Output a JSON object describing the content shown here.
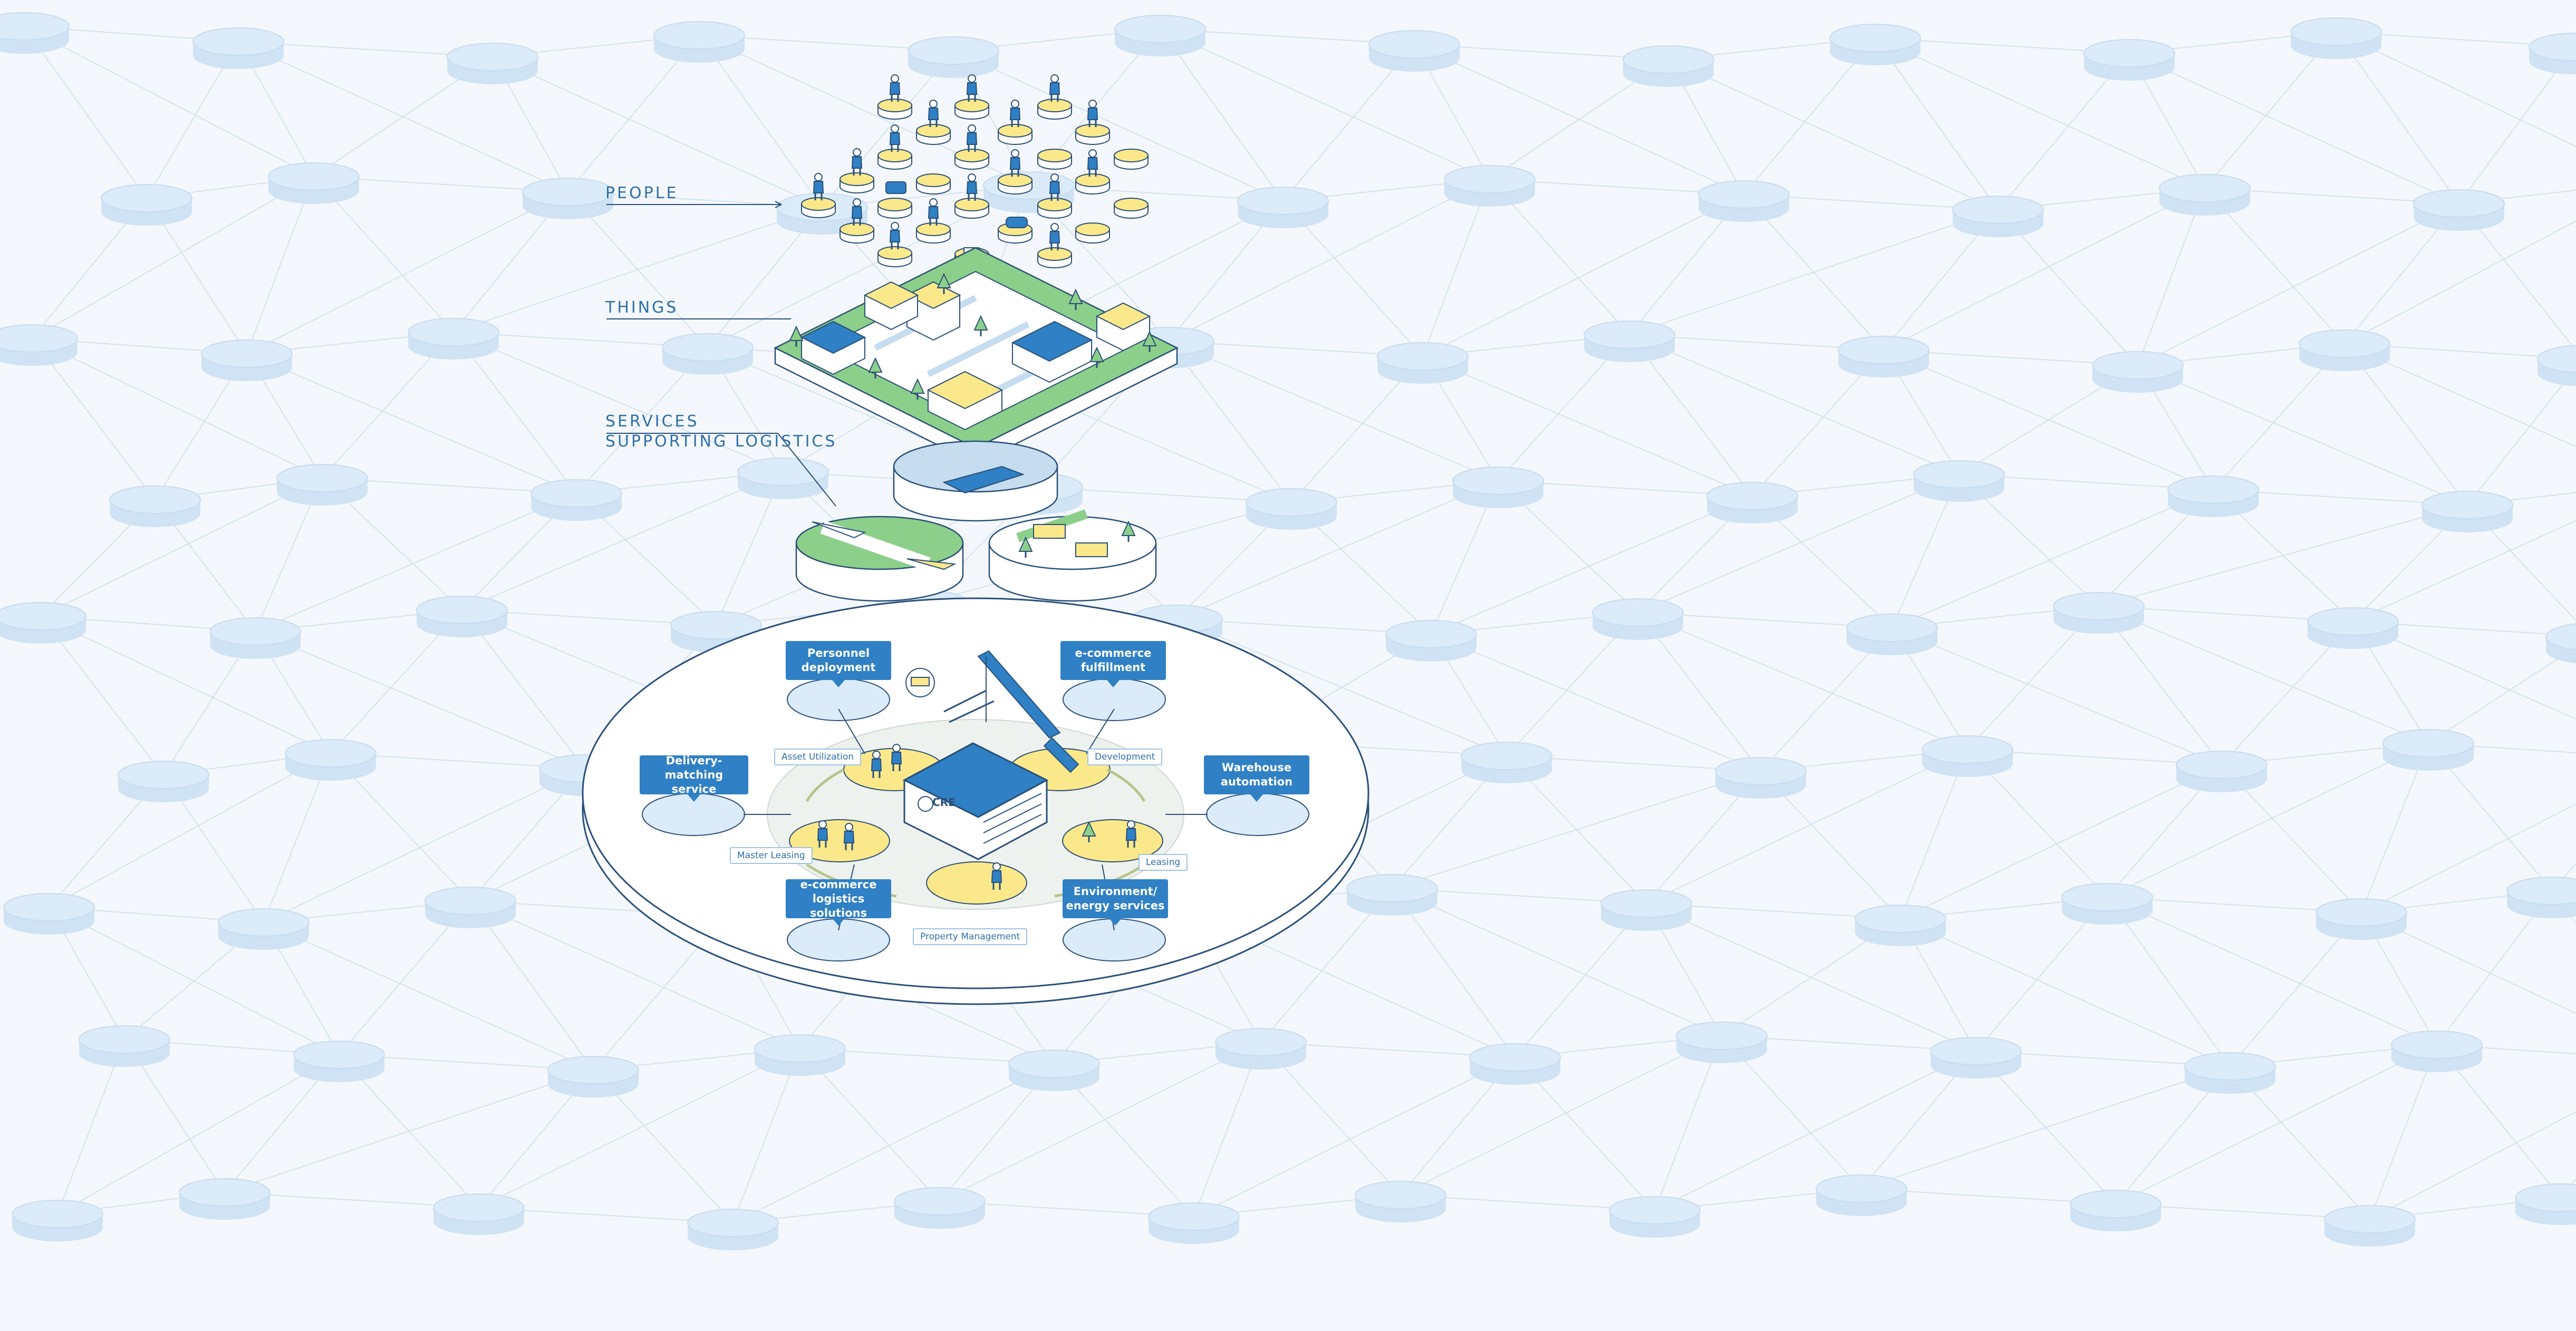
{
  "colors": {
    "background": "#f4f8fc",
    "network_node": "#dcebf9",
    "accent_blue": "#2f80c4",
    "label_blue": "#2f6fa6",
    "yellow": "#fbe88a",
    "green": "#8ccf8a"
  },
  "layers": [
    {
      "id": "people",
      "label": "PEOPLE"
    },
    {
      "id": "things",
      "label": "THINGS"
    },
    {
      "id": "services",
      "label": "SERVICES\nSUPPORTING LOGISTICS"
    }
  ],
  "platform": {
    "logo_text": "CRE",
    "services": [
      {
        "id": "personnel",
        "label": "Personnel\ndeployment"
      },
      {
        "id": "ecommerce-fulfillment",
        "label": "e-commerce\nfulfillment"
      },
      {
        "id": "delivery-matching",
        "label": "Delivery-matching\nservice"
      },
      {
        "id": "warehouse-automation",
        "label": "Warehouse\nautomation"
      },
      {
        "id": "ecommerce-logistics",
        "label": "e-commerce\nlogistics solutions"
      },
      {
        "id": "environment-energy",
        "label": "Environment/\nenergy services"
      }
    ],
    "business_tags": [
      {
        "id": "asset-utilization",
        "label": "Asset Utilization"
      },
      {
        "id": "development",
        "label": "Development"
      },
      {
        "id": "master-leasing",
        "label": "Master Leasing"
      },
      {
        "id": "leasing",
        "label": "Leasing"
      },
      {
        "id": "property-management",
        "label": "Property Management"
      }
    ]
  }
}
